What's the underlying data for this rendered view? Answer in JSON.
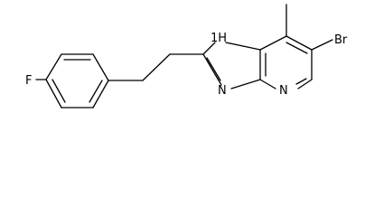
{
  "molecule": {
    "atoms": {
      "fluorine": "F",
      "bromine": "Br",
      "imidazole_nh": "1H",
      "imidazole_n": "N",
      "pyridine_n": "N"
    }
  }
}
